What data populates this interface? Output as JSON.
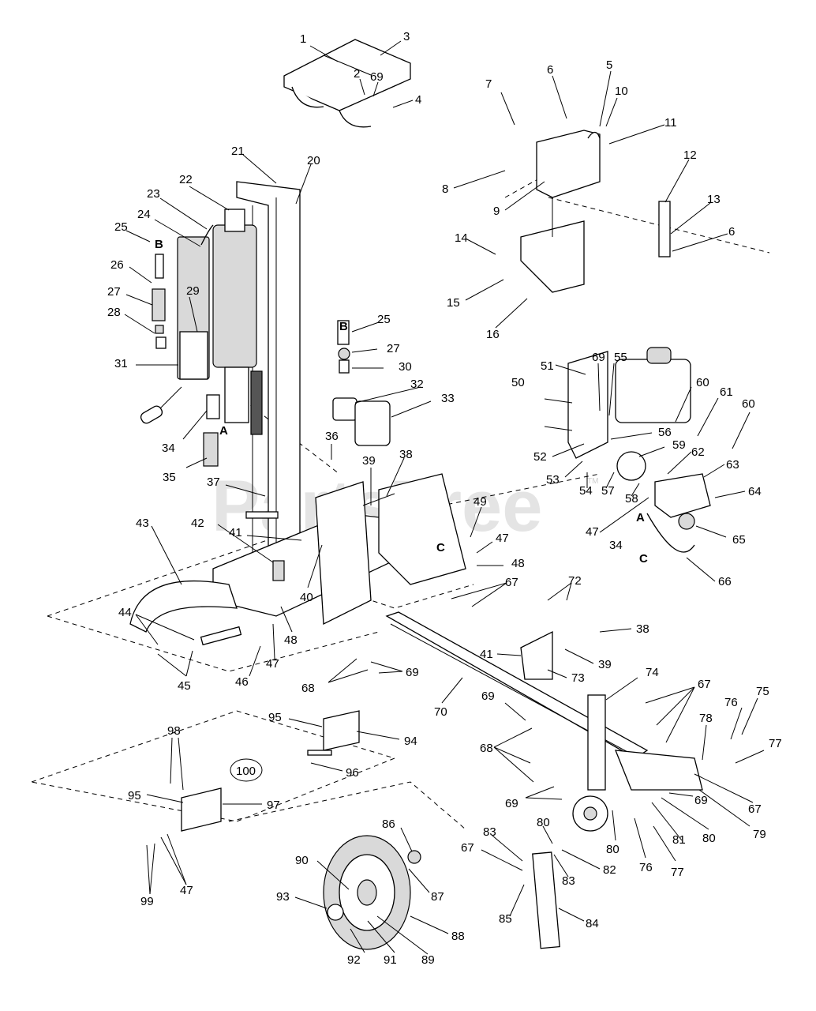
{
  "diagram": {
    "watermark": "PartsTree",
    "trademark": "TM",
    "callout_100": "100",
    "labels": [
      "1",
      "3",
      "2",
      "69",
      "4",
      "6",
      "5",
      "10",
      "7",
      "11",
      "8",
      "9",
      "12",
      "13",
      "6",
      "14",
      "15",
      "16",
      "21",
      "20",
      "22",
      "23",
      "24",
      "25",
      "B",
      "26",
      "27",
      "28",
      "29",
      "31",
      "A",
      "34",
      "35",
      "25",
      "B",
      "27",
      "30",
      "32",
      "33",
      "36",
      "39",
      "38",
      "37",
      "41",
      "42",
      "43",
      "40",
      "49",
      "47",
      "C",
      "48",
      "48",
      "47",
      "46",
      "44",
      "45",
      "51",
      "69",
      "55",
      "50",
      "60",
      "61",
      "60",
      "56",
      "59",
      "52",
      "53",
      "54",
      "57",
      "58",
      "62",
      "63",
      "64",
      "A",
      "34",
      "65",
      "C",
      "66",
      "47",
      "67",
      "72",
      "38",
      "41",
      "39",
      "73",
      "68",
      "69",
      "74",
      "70",
      "67",
      "69",
      "68",
      "76",
      "75",
      "78",
      "77",
      "69",
      "69",
      "67",
      "79",
      "80",
      "81",
      "80",
      "76",
      "77",
      "95",
      "94",
      "96",
      "98",
      "95",
      "97",
      "99",
      "47",
      "86",
      "90",
      "87",
      "93",
      "88",
      "92",
      "91",
      "89",
      "83",
      "80",
      "82",
      "67",
      "83",
      "85",
      "84"
    ]
  }
}
